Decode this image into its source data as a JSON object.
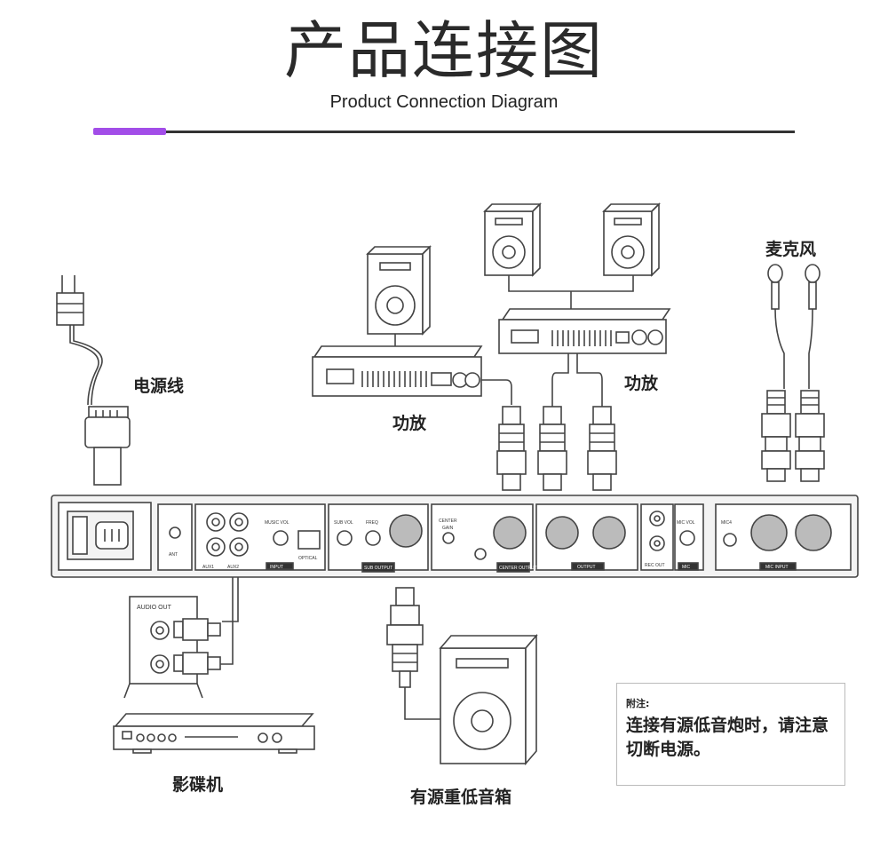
{
  "header": {
    "title": "产品连接图",
    "subtitle": "Product Connection Diagram",
    "accent_color": "#a24de8"
  },
  "labels": {
    "power_cord": "电源线",
    "amplifier_left": "功放",
    "amplifier_right": "功放",
    "microphone": "麦克风",
    "dvd_player": "影碟机",
    "subwoofer": "有源重低音箱"
  },
  "panel": {
    "ant": "ANT",
    "music_vol": "MUSIC VOL",
    "aux1": "AUX1",
    "aux2": "AUX2",
    "optical": "OPTICAL",
    "input": "INPUT",
    "sub_vol": "SUB VOL",
    "freq": "FREQ",
    "sub_output": "SUB OUTPUT",
    "center": "CENTER",
    "gain": "GAIN",
    "center_output": "CENTER OUTPUT",
    "output": "OUTPUT",
    "rec_out": "REC OUT",
    "mic_vol": "MIC VOL",
    "mic": "MIC",
    "mic4": "MIC4",
    "mic_input": "MIC INPUT"
  },
  "dvd_panel": {
    "audio_out": "AUDIO OUT"
  },
  "note": {
    "heading": "附注:",
    "body": "连接有源低音炮时，请注意切断电源。"
  }
}
